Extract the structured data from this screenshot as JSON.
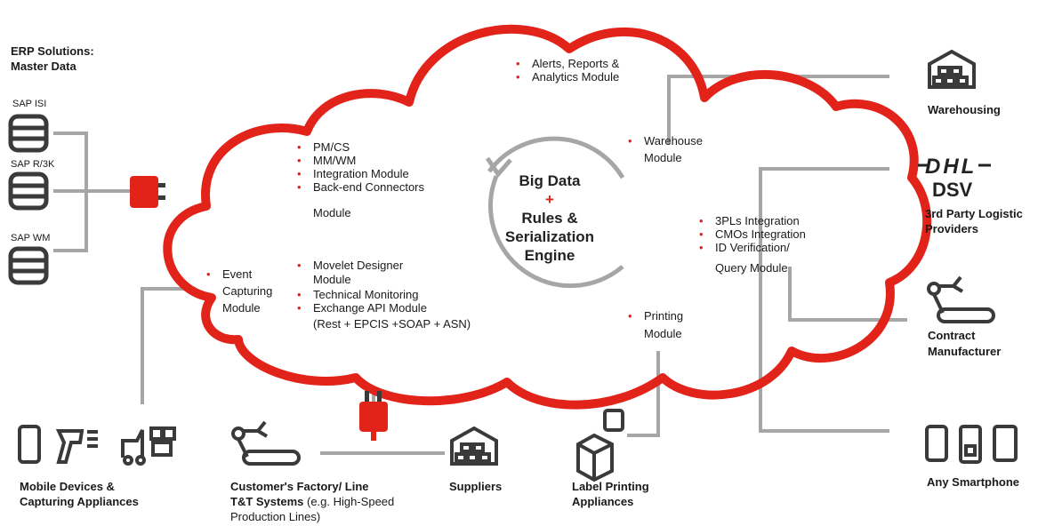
{
  "erp": {
    "title_line1": "ERP Solutions:",
    "title_line2": "Master Data",
    "systems": [
      "SAP ISI",
      "SAP R/3K",
      "SAP WM"
    ]
  },
  "cloud": {
    "alerts": [
      "Alerts, Reports &",
      "Analytics Module"
    ],
    "pm_list": [
      "PM/CS",
      "MM/WM",
      "Integration Module",
      "Back-end Connectors",
      "Module"
    ],
    "warehouse": [
      "Warehouse",
      "Module"
    ],
    "engine": [
      "Big Data",
      "+",
      "Rules &",
      "Serialization",
      "Engine"
    ],
    "event": [
      "Event",
      "Capturing",
      "Module"
    ],
    "movelet": [
      "Movelet Designer",
      "Module",
      "Technical Monitoring",
      "Exchange API Module",
      "(Rest + EPCIS +SOAP + ASN)"
    ],
    "integrations": [
      "3PLs Integration",
      "CMOs Integration",
      "ID Verification/",
      "Query Module"
    ],
    "printing": [
      "Printing",
      "Module"
    ]
  },
  "right": {
    "warehousing": "Warehousing",
    "dhl": "DHL",
    "dsv": "DSV",
    "third_party": [
      "3rd Party Logistic",
      "Providers"
    ],
    "contract": [
      "Contract",
      "Manufacturer"
    ],
    "smartphone": "Any Smartphone"
  },
  "bottom": {
    "mobile": [
      "Mobile Devices &",
      "Capturing Appliances"
    ],
    "factory_bold": "Customer's Factory/ Line",
    "factory_bold2": "T&T Systems",
    "factory_rest": " (e.g. High-Speed",
    "factory_line3": "Production Lines)",
    "suppliers": "Suppliers",
    "label": [
      "Label Printing",
      "Appliances"
    ]
  },
  "colors": {
    "accent": "#e2231a",
    "line": "#a6a6a6",
    "icon": "#3a3a3a"
  }
}
